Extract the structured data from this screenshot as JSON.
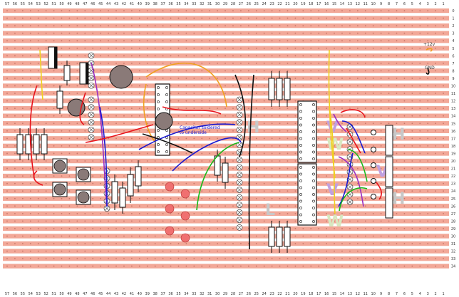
{
  "board": {
    "column_labels": [
      "57",
      "56",
      "55",
      "54",
      "53",
      "52",
      "51",
      "50",
      "49",
      "48",
      "47",
      "46",
      "45",
      "44",
      "43",
      "42",
      "41",
      "40",
      "39",
      "38",
      "37",
      "36",
      "35",
      "34",
      "33",
      "32",
      "31",
      "30",
      "29",
      "28",
      "27",
      "26",
      "25",
      "24",
      "23",
      "22",
      "21",
      "20",
      "19",
      "18",
      "17",
      "16",
      "15",
      "14",
      "13",
      "12",
      "11",
      "10",
      "9",
      "8",
      "7",
      "6",
      "5",
      "4",
      "3",
      "2",
      "1"
    ],
    "row_labels": [
      "0",
      "1",
      "2",
      "3",
      "4",
      "5",
      "6",
      "7",
      "8",
      "9",
      "10",
      "11",
      "12",
      "13",
      "14",
      "15",
      "16",
      "17",
      "18",
      "19",
      "20",
      "21",
      "22",
      "23",
      "24",
      "25",
      "26",
      "27",
      "28",
      "29",
      "30",
      "31",
      "32",
      "33",
      "34"
    ],
    "note_text_line1": "Capacitor soldered",
    "note_text_line2": "to underside",
    "supply_label_1": "+12v",
    "supply_label_2": "GND",
    "letter_marks": [
      "H",
      "L",
      "V",
      "V",
      "W",
      "W",
      "H",
      "V",
      "H"
    ],
    "colors": {
      "strip": "#f2a898",
      "strip_hole": "#c8786a",
      "wire_red": "#e8141c",
      "wire_blue": "#1a1ad0",
      "wire_green": "#18b818",
      "wire_orange": "#f0a020",
      "wire_yellow": "#f0d020",
      "wire_purple": "#9a30c0",
      "wire_black": "#111111",
      "mark_grey": "#c8c8c8"
    }
  }
}
